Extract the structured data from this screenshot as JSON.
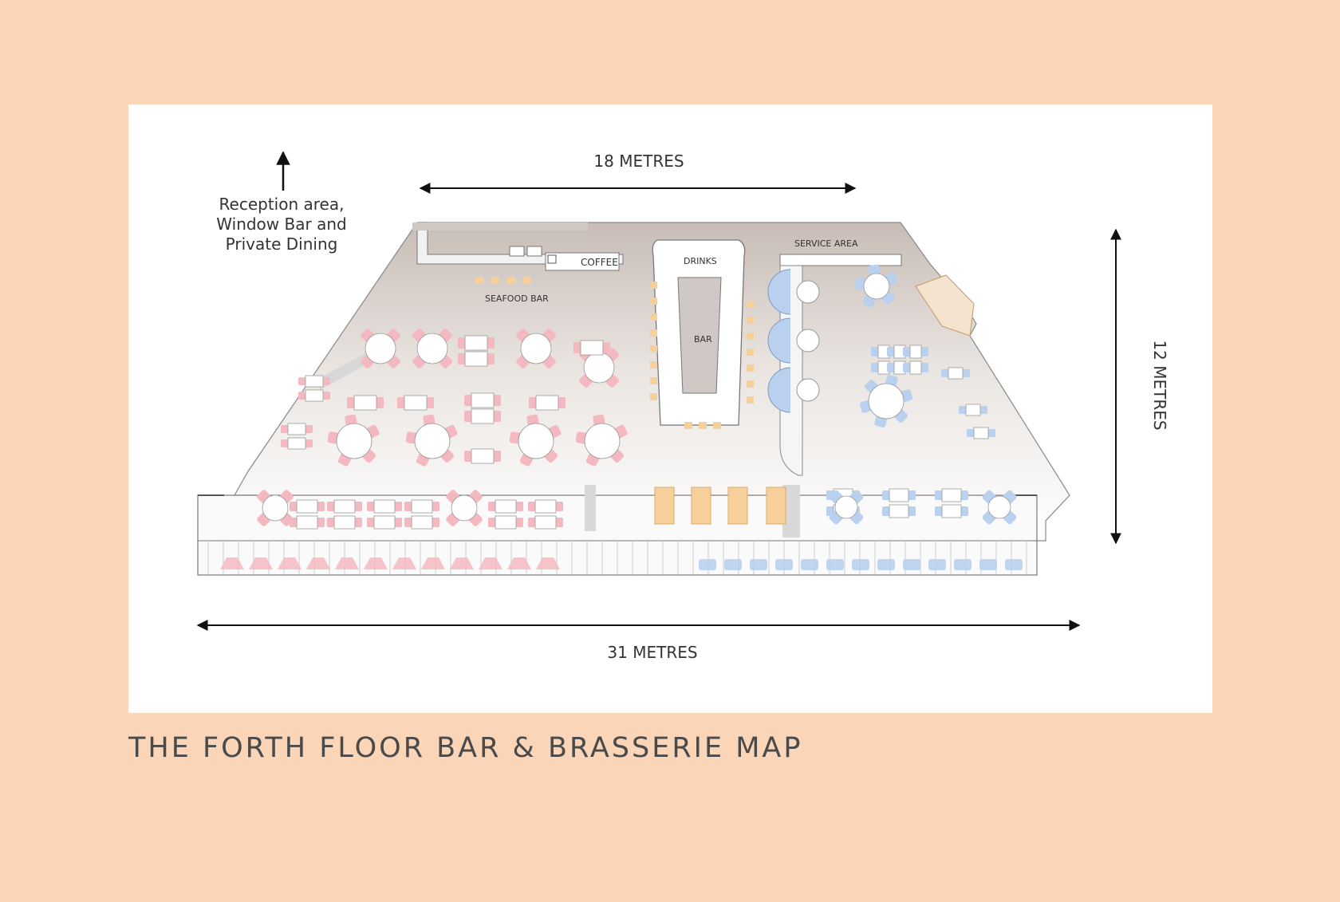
{
  "title": "THE FORTH FLOOR BAR & BRASSERIE MAP",
  "dimensions": {
    "width_top": "18 METRES",
    "width_bottom": "31 METRES",
    "depth": "12 METRES"
  },
  "reception_note": [
    "Reception area,",
    "Window Bar and",
    "Private Dining"
  ],
  "areas": {
    "coffee": "COFFEE",
    "seafood_bar": "SEAFOOD BAR",
    "drinks": "DRINKS",
    "bar": "BAR",
    "service_area": "SERVICE AREA"
  },
  "colors": {
    "background": "#fbd5b8",
    "pink_seating": "#f3b8c0",
    "blue_seating": "#b9d0ee",
    "bar_stools": "#f6cf9a"
  }
}
